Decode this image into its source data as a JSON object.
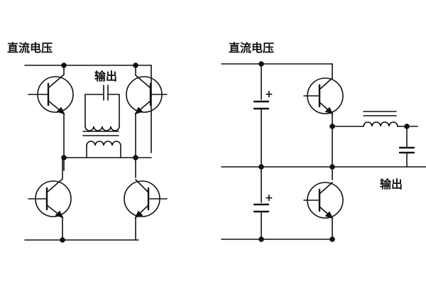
{
  "left_circuit": {
    "supply_label": "直流电压",
    "output_label": "输出"
  },
  "right_circuit": {
    "supply_label": "直流电压",
    "output_label": "输出",
    "cap_polarity_top": "+",
    "cap_polarity_bottom": "+"
  },
  "colors": {
    "line": "#111111",
    "background": "#ffffff"
  }
}
